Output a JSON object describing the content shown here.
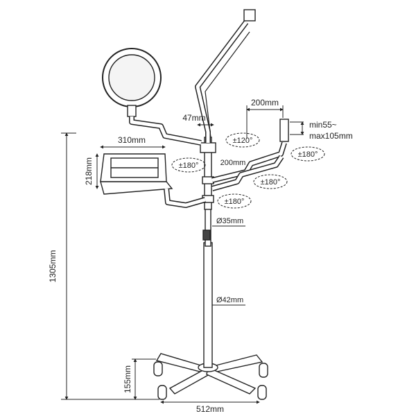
{
  "dimensions": {
    "total_height": "1305mm",
    "laptop_width": "310mm",
    "laptop_depth": "218mm",
    "arm_offset": "47mm",
    "mic_arm_offset": "200mm",
    "arm_reach": "200mm",
    "base_height": "155mm",
    "base_width": "512mm",
    "upper_pole_diameter": "Ø35mm",
    "lower_pole_diameter": "Ø42mm",
    "phone_clamp_min": "min55~",
    "phone_clamp_max": "max105mm"
  },
  "rotations": {
    "mic_arm": "±120°",
    "ring_arm": "±180°",
    "phone_arm": "±180°",
    "tablet_arm": "±180°",
    "laptop_arm": "±180°"
  },
  "colors": {
    "line": "#222222",
    "fill": "#ffffff",
    "ring_inner": "#f4f4f4"
  }
}
